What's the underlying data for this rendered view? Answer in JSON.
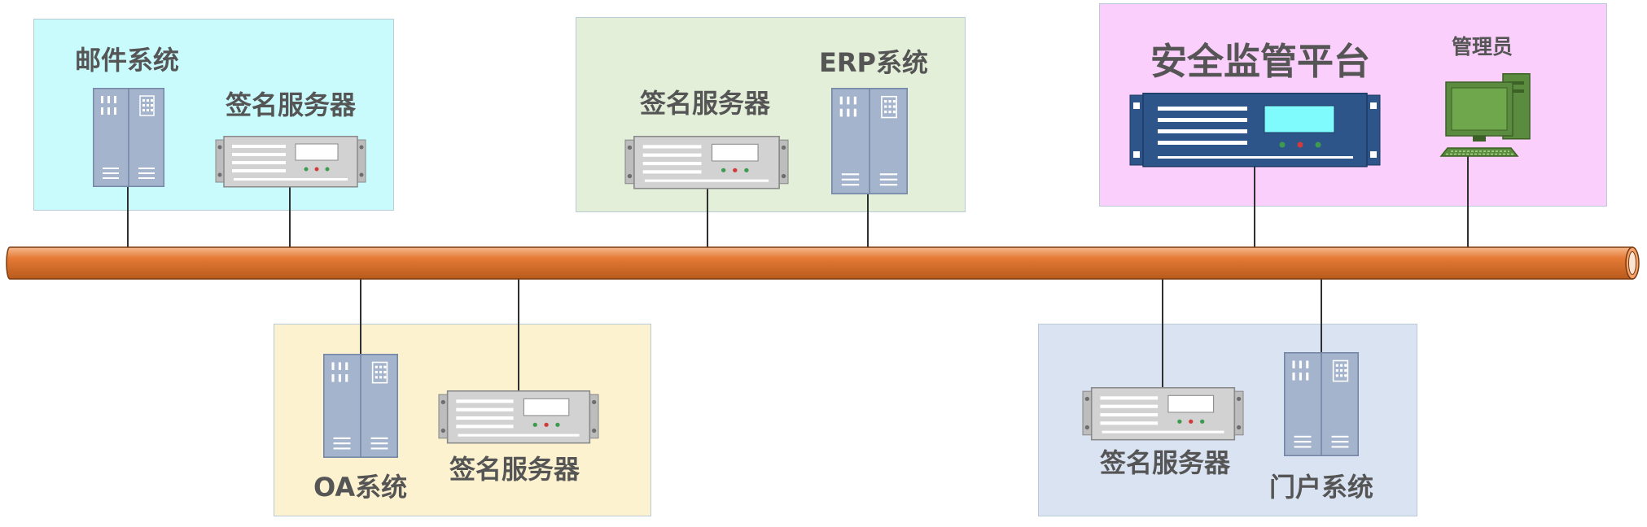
{
  "groups": {
    "mail": {
      "system_label": "邮件系统",
      "signer_label": "签名服务器",
      "color": "#c9fbfd"
    },
    "erp": {
      "signer_label": "签名服务器",
      "system_label": "ERP系统",
      "color": "#e3efd9"
    },
    "platform": {
      "title": "安全监管平台",
      "admin_label": "管理员",
      "color": "#fbcffb"
    },
    "oa": {
      "system_label": "OA系统",
      "signer_label": "签名服务器",
      "color": "#fdf2d0"
    },
    "portal": {
      "signer_label": "签名服务器",
      "system_label": "门户系统",
      "color": "#dae3f2"
    }
  },
  "colors": {
    "bus": "#e57a35",
    "tower": "#a4b4cd",
    "rack": "#d2d2d2",
    "platform_server": "#2e5589",
    "screen": "#7ffafd",
    "admin_pc": "#5b8b3f"
  }
}
